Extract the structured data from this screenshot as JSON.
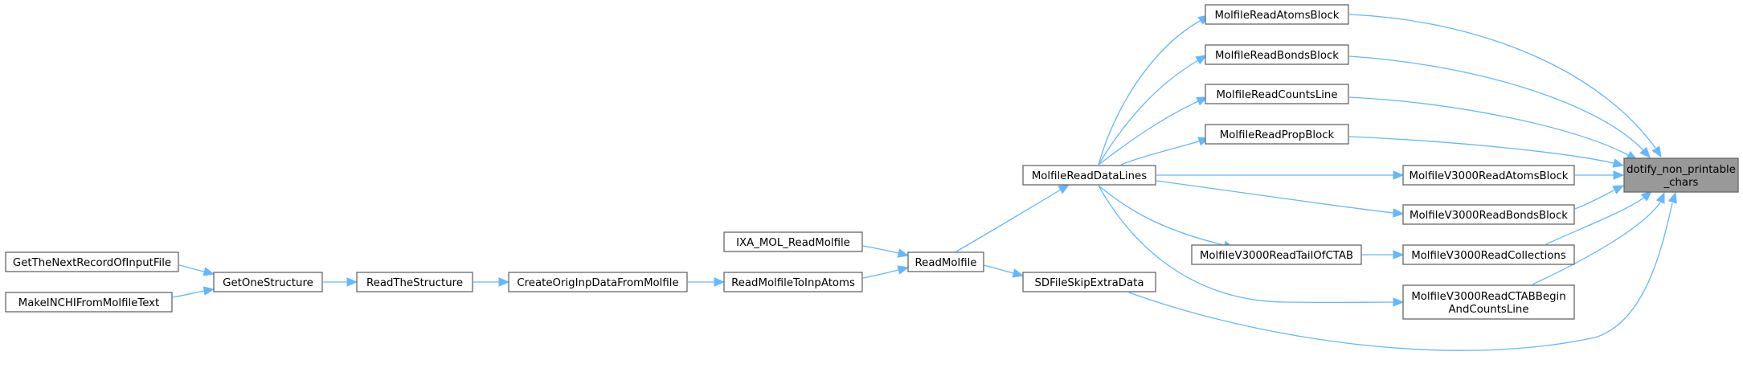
{
  "diagram": {
    "type": "caller-graph",
    "colors": {
      "edge": "#63b8ff",
      "node_border": "#666666",
      "root_fill": "#999999",
      "node_fill": "#ffffff"
    },
    "nodes": [
      {
        "id": "dotify",
        "lines": [
          "dotify_non_printable",
          "_chars"
        ],
        "root": true
      },
      {
        "id": "atoms",
        "lines": [
          "MolfileReadAtomsBlock"
        ]
      },
      {
        "id": "bonds",
        "lines": [
          "MolfileReadBondsBlock"
        ]
      },
      {
        "id": "counts",
        "lines": [
          "MolfileReadCountsLine"
        ]
      },
      {
        "id": "prop",
        "lines": [
          "MolfileReadPropBlock"
        ]
      },
      {
        "id": "v3atoms",
        "lines": [
          "MolfileV3000ReadAtomsBlock"
        ]
      },
      {
        "id": "v3bonds",
        "lines": [
          "MolfileV3000ReadBondsBlock"
        ]
      },
      {
        "id": "v3coll",
        "lines": [
          "MolfileV3000ReadCollections"
        ]
      },
      {
        "id": "v3ctab",
        "lines": [
          "MolfileV3000ReadCTABBegin",
          "AndCountsLine"
        ]
      },
      {
        "id": "v3tail",
        "lines": [
          "MolfileV3000ReadTailOfCTAB"
        ]
      },
      {
        "id": "datalines",
        "lines": [
          "MolfileReadDataLines"
        ]
      },
      {
        "id": "sdskip",
        "lines": [
          "SDFileSkipExtraData"
        ]
      },
      {
        "id": "readmol",
        "lines": [
          "ReadMolfile"
        ]
      },
      {
        "id": "ixa",
        "lines": [
          "IXA_MOL_ReadMolfile"
        ]
      },
      {
        "id": "toinp",
        "lines": [
          "ReadMolfileToInpAtoms"
        ]
      },
      {
        "id": "createorig",
        "lines": [
          "CreateOrigInpDataFromMolfile"
        ]
      },
      {
        "id": "readstruct",
        "lines": [
          "ReadTheStructure"
        ]
      },
      {
        "id": "getone",
        "lines": [
          "GetOneStructure"
        ]
      },
      {
        "id": "getnext",
        "lines": [
          "GetTheNextRecordOfInputFile"
        ]
      },
      {
        "id": "makeinchi",
        "lines": [
          "MakeINCHIFromMolfileText"
        ]
      }
    ],
    "edges": [
      {
        "from": "atoms",
        "to": "dotify"
      },
      {
        "from": "bonds",
        "to": "dotify"
      },
      {
        "from": "counts",
        "to": "dotify"
      },
      {
        "from": "prop",
        "to": "dotify"
      },
      {
        "from": "v3atoms",
        "to": "dotify"
      },
      {
        "from": "v3bonds",
        "to": "dotify"
      },
      {
        "from": "v3coll",
        "to": "dotify"
      },
      {
        "from": "v3ctab",
        "to": "dotify"
      },
      {
        "from": "sdskip",
        "to": "dotify"
      },
      {
        "from": "datalines",
        "to": "atoms"
      },
      {
        "from": "datalines",
        "to": "bonds"
      },
      {
        "from": "datalines",
        "to": "counts"
      },
      {
        "from": "datalines",
        "to": "prop"
      },
      {
        "from": "datalines",
        "to": "v3atoms"
      },
      {
        "from": "datalines",
        "to": "v3bonds"
      },
      {
        "from": "datalines",
        "to": "v3tail"
      },
      {
        "from": "datalines",
        "to": "v3ctab"
      },
      {
        "from": "v3tail",
        "to": "v3coll"
      },
      {
        "from": "readmol",
        "to": "datalines"
      },
      {
        "from": "readmol",
        "to": "sdskip"
      },
      {
        "from": "ixa",
        "to": "readmol"
      },
      {
        "from": "toinp",
        "to": "readmol"
      },
      {
        "from": "createorig",
        "to": "toinp"
      },
      {
        "from": "readstruct",
        "to": "createorig"
      },
      {
        "from": "getone",
        "to": "readstruct"
      },
      {
        "from": "getnext",
        "to": "getone"
      },
      {
        "from": "makeinchi",
        "to": "getone"
      }
    ]
  }
}
